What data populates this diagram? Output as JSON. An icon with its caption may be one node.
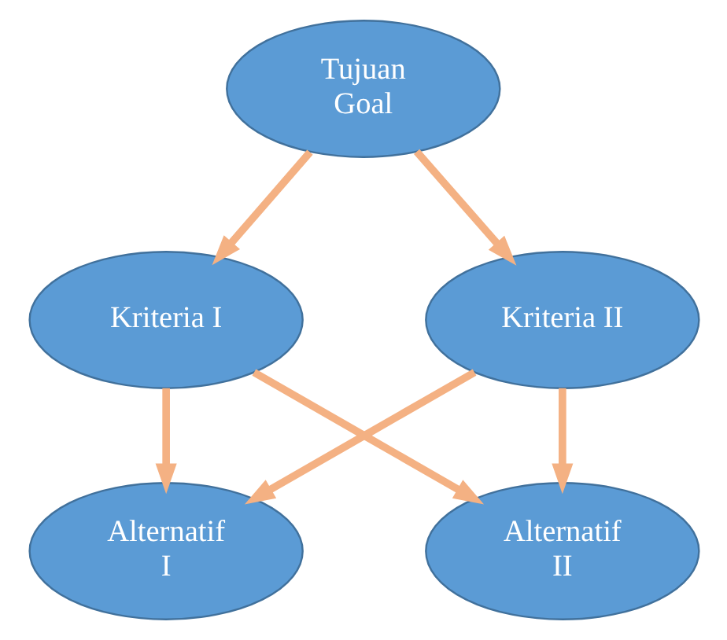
{
  "diagram": {
    "nodes": [
      {
        "text": [
          "Tujuan Goal"
        ]
      },
      {
        "text": [
          "Kriteria I"
        ]
      },
      {
        "text": [
          "Kriteria II"
        ]
      },
      {
        "text": [
          "Alternatif I"
        ]
      },
      {
        "text": [
          "Alternatif II"
        ]
      }
    ],
    "edges": [
      {
        "from": 0,
        "to": 1,
        "arrow": "to"
      },
      {
        "from": 0,
        "to": 2,
        "arrow": "to"
      },
      {
        "from": 1,
        "to": 3,
        "arrow": "to"
      },
      {
        "from": 1,
        "to": 4,
        "arrow": "to"
      },
      {
        "from": 2,
        "to": 3,
        "arrow": "to"
      },
      {
        "from": 2,
        "to": 4,
        "arrow": "to"
      }
    ]
  }
}
